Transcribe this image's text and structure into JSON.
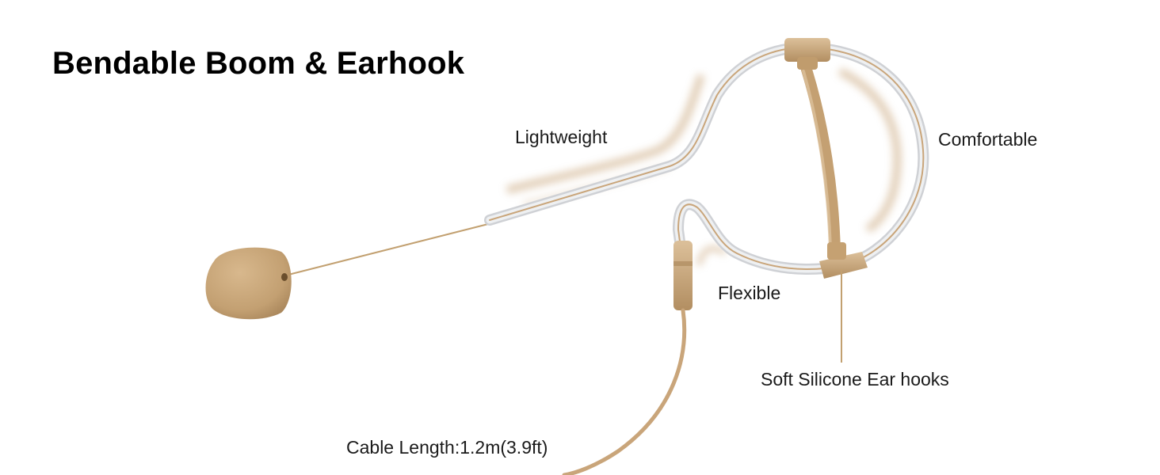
{
  "title": "Bendable Boom & Earhook",
  "callouts": {
    "lightweight": "Lightweight",
    "comfortable": "Comfortable",
    "flexible": "Flexible",
    "ear_hooks": "Soft Silicone Ear hooks",
    "cable_length": "Cable Length:1.2m(3.9ft)"
  },
  "colors": {
    "beige": "#c9a57a",
    "beige_dark": "#a98558",
    "silicone": "#d9dadd",
    "text": "#111111"
  }
}
